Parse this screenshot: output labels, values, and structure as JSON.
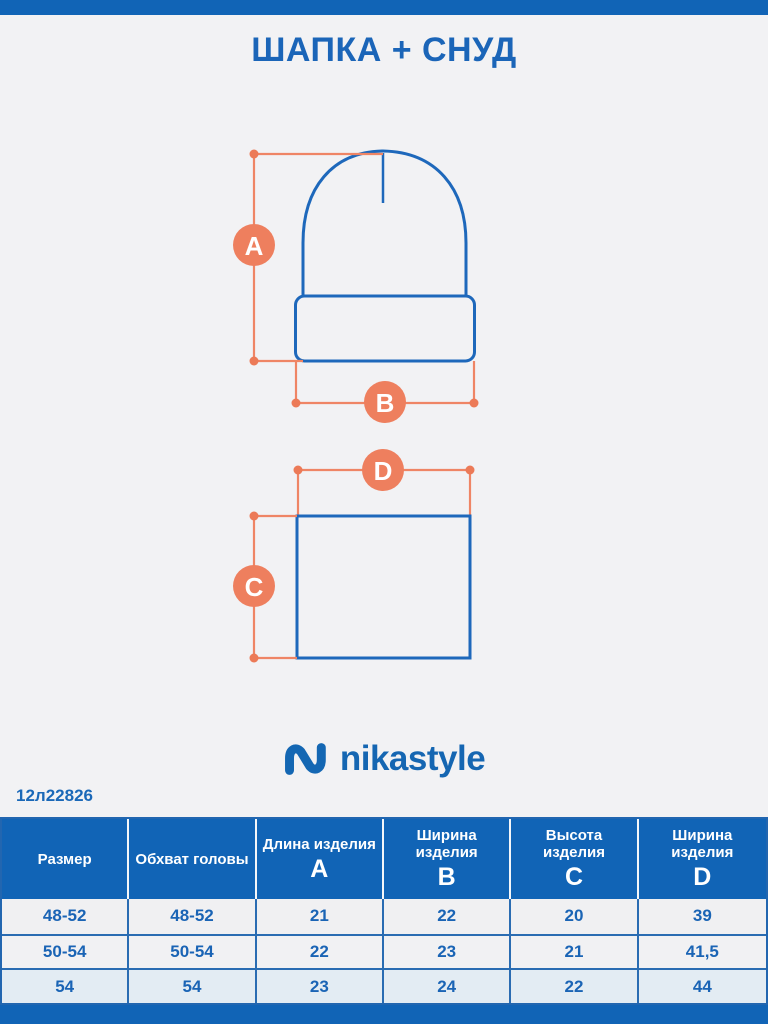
{
  "page": {
    "title": "ШАПКА + СНУД",
    "product_code": "12л22826",
    "brand": "nikastyle"
  },
  "colors": {
    "primary_blue": "#1164b6",
    "diagram_blue": "#1e68bb",
    "accent_orange": "#ee7f5e",
    "background": "#f2f2f4"
  },
  "diagram": {
    "measure_labels": {
      "a": "A",
      "b": "B",
      "c": "C",
      "d": "D"
    },
    "items": [
      "hat",
      "snood"
    ]
  },
  "table": {
    "columns": [
      {
        "label": "Размер",
        "letter": ""
      },
      {
        "label": "Обхват головы",
        "letter": ""
      },
      {
        "label": "Длина изделия",
        "letter": "A"
      },
      {
        "label": "Ширина изделия",
        "letter": "B"
      },
      {
        "label": "Высота изделия",
        "letter": "C"
      },
      {
        "label": "Ширина изделия",
        "letter": "D"
      }
    ],
    "rows": [
      [
        "48-52",
        "48-52",
        "21",
        "22",
        "20",
        "39"
      ],
      [
        "50-54",
        "50-54",
        "22",
        "23",
        "21",
        "41,5"
      ],
      [
        "54",
        "54",
        "23",
        "24",
        "22",
        "44"
      ]
    ]
  }
}
